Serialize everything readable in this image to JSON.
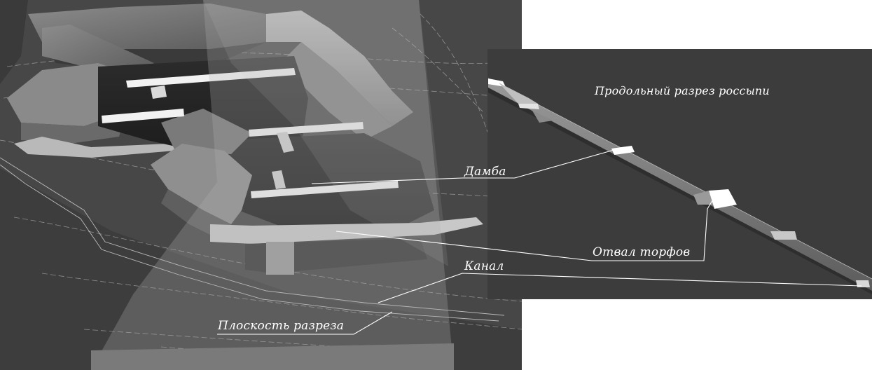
{
  "labels": {
    "section_title": "Продольный разрез россыпи",
    "dam": "Дамба",
    "peat_dump": "Отвал торфов",
    "channel": "Канал",
    "cut_plane": "Плоскость разреза"
  },
  "colors": {
    "scene_background": "#474747",
    "section_background": "#3c3c3c",
    "cut_plane": "#9a9a9a",
    "highlight": "#ffffff"
  }
}
